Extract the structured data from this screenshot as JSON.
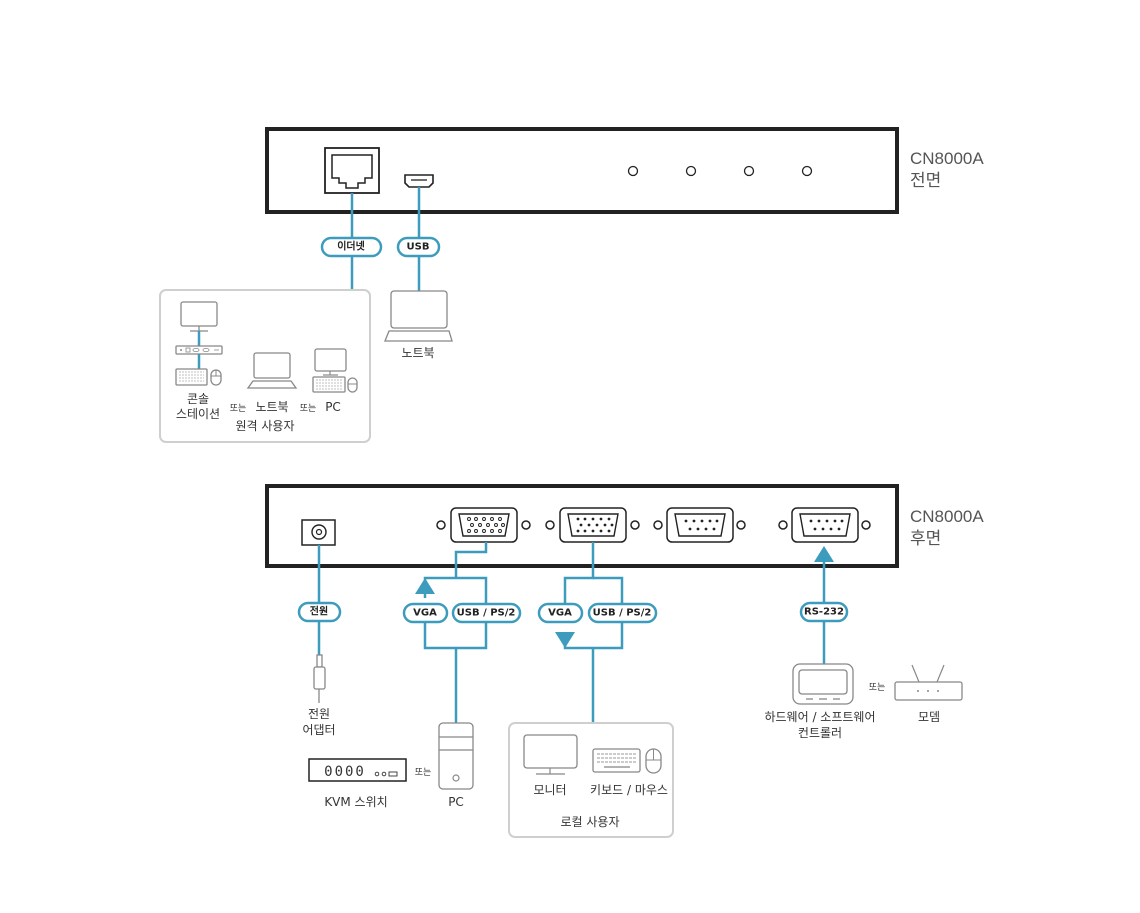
{
  "front_panel": {
    "device_name": "CN8000A",
    "side_label": "전면",
    "ports": {
      "ethernet": {
        "label": "이더넷",
        "icon": "rj45-port-icon"
      },
      "usb": {
        "label": "USB",
        "icon": "mini-usb-port-icon"
      }
    },
    "leds": 4,
    "ethernet_target": {
      "group_label": "원격 사용자",
      "options": [
        {
          "label_line1": "콘솔",
          "label_line2": "스테이션",
          "icon": "console-station-icon"
        },
        {
          "label": "노트북",
          "icon": "laptop-icon"
        },
        {
          "label": "PC",
          "icon": "pc-monitor-icon"
        }
      ],
      "or_text": "또는"
    },
    "usb_target": {
      "label": "노트북",
      "icon": "laptop-icon"
    }
  },
  "rear_panel": {
    "device_name": "CN8000A",
    "side_label": "후면",
    "power": {
      "cable_label": "전원",
      "target_line1": "전원",
      "target_line2": "어댑터",
      "icon": "power-adapter-icon"
    },
    "kvm_port": {
      "labels": [
        "VGA",
        "USB / PS/2"
      ],
      "target_pc": "PC",
      "target_kvm": "KVM 스위치",
      "kvm_digits": "0000",
      "or_text": "또는"
    },
    "local_console": {
      "labels": [
        "VGA",
        "USB / PS/2"
      ],
      "group_label": "로컬 사용자",
      "monitor": "모니터",
      "keyboard_mouse": "키보드 / 마우스"
    },
    "serial_port": {
      "cable_label": "RS-232",
      "controller_line1": "하드웨어 / 소프트웨어",
      "controller_line2": "컨트롤러",
      "modem": "모뎀",
      "or_text": "또는"
    }
  },
  "colors": {
    "cable": "#3d9bbd",
    "device_outline": "#222222",
    "icon_stroke": "#888888",
    "group_border": "#cfcfcf"
  }
}
